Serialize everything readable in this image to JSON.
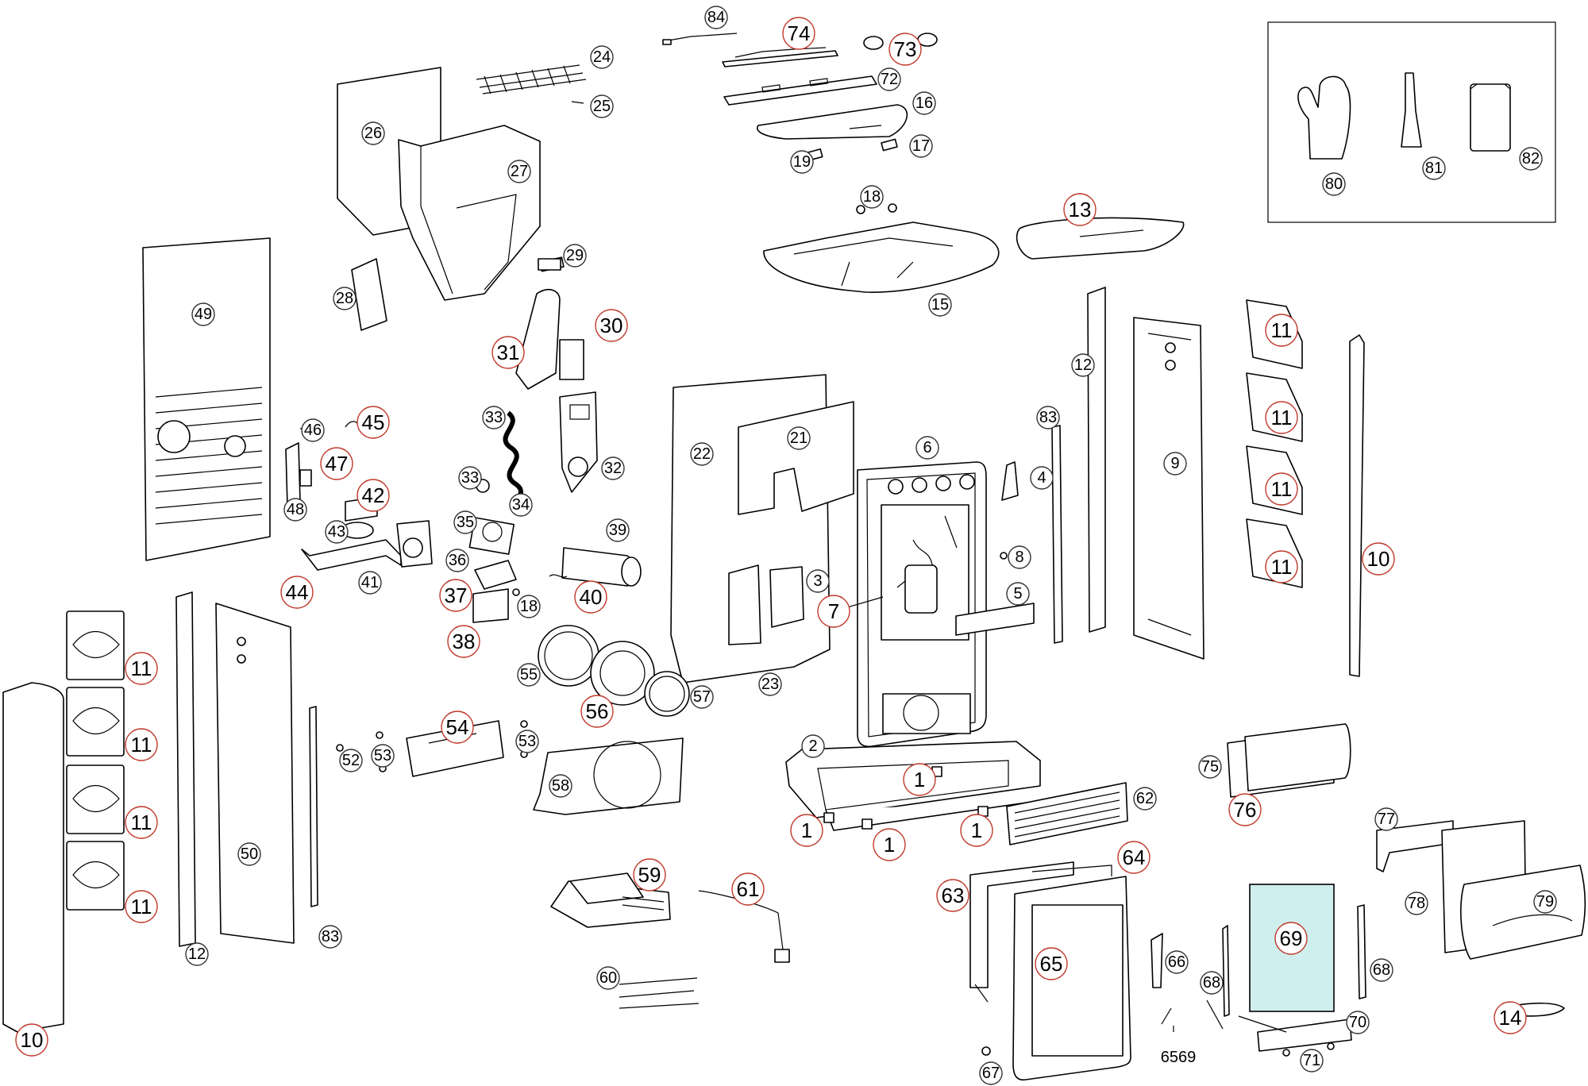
{
  "colors": {
    "outline": "#000000",
    "callout_highlight": "#c0392b",
    "callout_plain": "#333333",
    "glass_fill": "#cfeeee",
    "background": "#ffffff"
  },
  "callouts": [
    {
      "id": "c84",
      "label": "84",
      "highlight": false
    },
    {
      "id": "c74",
      "label": "74",
      "highlight": true
    },
    {
      "id": "c73",
      "label": "73",
      "highlight": true
    },
    {
      "id": "c72",
      "label": "72",
      "highlight": false
    },
    {
      "id": "c16",
      "label": "16",
      "highlight": false
    },
    {
      "id": "c17",
      "label": "17",
      "highlight": false
    },
    {
      "id": "c19",
      "label": "19",
      "highlight": false
    },
    {
      "id": "c24",
      "label": "24",
      "highlight": false
    },
    {
      "id": "c25",
      "label": "25",
      "highlight": false
    },
    {
      "id": "c26",
      "label": "26",
      "highlight": false
    },
    {
      "id": "c27",
      "label": "27",
      "highlight": false
    },
    {
      "id": "c18a",
      "label": "18",
      "highlight": false
    },
    {
      "id": "c13",
      "label": "13",
      "highlight": true
    },
    {
      "id": "c15",
      "label": "15",
      "highlight": false
    },
    {
      "id": "c80",
      "label": "80",
      "highlight": false
    },
    {
      "id": "c81",
      "label": "81",
      "highlight": false
    },
    {
      "id": "c82",
      "label": "82",
      "highlight": false
    },
    {
      "id": "c49",
      "label": "49",
      "highlight": false
    },
    {
      "id": "c28",
      "label": "28",
      "highlight": false
    },
    {
      "id": "c29",
      "label": "29",
      "highlight": false
    },
    {
      "id": "c30",
      "label": "30",
      "highlight": true
    },
    {
      "id": "c31",
      "label": "31",
      "highlight": true
    },
    {
      "id": "c33a",
      "label": "33",
      "highlight": false
    },
    {
      "id": "c32",
      "label": "32",
      "highlight": false
    },
    {
      "id": "c33b",
      "label": "33",
      "highlight": false
    },
    {
      "id": "c34",
      "label": "34",
      "highlight": false
    },
    {
      "id": "c22",
      "label": "22",
      "highlight": false
    },
    {
      "id": "c21",
      "label": "21",
      "highlight": false
    },
    {
      "id": "c6",
      "label": "6",
      "highlight": false
    },
    {
      "id": "c4",
      "label": "4",
      "highlight": false
    },
    {
      "id": "c83a",
      "label": "83",
      "highlight": false
    },
    {
      "id": "c12a",
      "label": "12",
      "highlight": false
    },
    {
      "id": "c9",
      "label": "9",
      "highlight": false
    },
    {
      "id": "c11a",
      "label": "11",
      "highlight": true
    },
    {
      "id": "c11b",
      "label": "11",
      "highlight": true
    },
    {
      "id": "c11c",
      "label": "11",
      "highlight": true
    },
    {
      "id": "c11d",
      "label": "11",
      "highlight": true
    },
    {
      "id": "c10a",
      "label": "10",
      "highlight": true
    },
    {
      "id": "c46",
      "label": "46",
      "highlight": false
    },
    {
      "id": "c45",
      "label": "45",
      "highlight": true
    },
    {
      "id": "c47",
      "label": "47",
      "highlight": true
    },
    {
      "id": "c48",
      "label": "48",
      "highlight": false
    },
    {
      "id": "c42",
      "label": "42",
      "highlight": true
    },
    {
      "id": "c43",
      "label": "43",
      "highlight": false
    },
    {
      "id": "c44",
      "label": "44",
      "highlight": true
    },
    {
      "id": "c41",
      "label": "41",
      "highlight": false
    },
    {
      "id": "c35",
      "label": "35",
      "highlight": false
    },
    {
      "id": "c36",
      "label": "36",
      "highlight": false
    },
    {
      "id": "c37",
      "label": "37",
      "highlight": true
    },
    {
      "id": "c18b",
      "label": "18",
      "highlight": false
    },
    {
      "id": "c38",
      "label": "38",
      "highlight": true
    },
    {
      "id": "c39",
      "label": "39",
      "highlight": false
    },
    {
      "id": "c40",
      "label": "40",
      "highlight": true
    },
    {
      "id": "c3",
      "label": "3",
      "highlight": false
    },
    {
      "id": "c7",
      "label": "7",
      "highlight": true
    },
    {
      "id": "c8",
      "label": "8",
      "highlight": false
    },
    {
      "id": "c5",
      "label": "5",
      "highlight": false
    },
    {
      "id": "c23",
      "label": "23",
      "highlight": false
    },
    {
      "id": "c55",
      "label": "55",
      "highlight": false
    },
    {
      "id": "c56",
      "label": "56",
      "highlight": true
    },
    {
      "id": "c57",
      "label": "57",
      "highlight": false
    },
    {
      "id": "c11e",
      "label": "11",
      "highlight": true
    },
    {
      "id": "c11f",
      "label": "11",
      "highlight": true
    },
    {
      "id": "c11g",
      "label": "11",
      "highlight": true
    },
    {
      "id": "c11h",
      "label": "11",
      "highlight": true
    },
    {
      "id": "c12b",
      "label": "12",
      "highlight": false
    },
    {
      "id": "c50",
      "label": "50",
      "highlight": false
    },
    {
      "id": "c83b",
      "label": "83",
      "highlight": false
    },
    {
      "id": "c10b",
      "label": "10",
      "highlight": true
    },
    {
      "id": "c54",
      "label": "54",
      "highlight": true
    },
    {
      "id": "c52",
      "label": "52",
      "highlight": false
    },
    {
      "id": "c53a",
      "label": "53",
      "highlight": false
    },
    {
      "id": "c53b",
      "label": "53",
      "highlight": false
    },
    {
      "id": "c58",
      "label": "58",
      "highlight": false
    },
    {
      "id": "c2",
      "label": "2",
      "highlight": false
    },
    {
      "id": "c1a",
      "label": "1",
      "highlight": true
    },
    {
      "id": "c1b",
      "label": "1",
      "highlight": true
    },
    {
      "id": "c1c",
      "label": "1",
      "highlight": true
    },
    {
      "id": "c1d",
      "label": "1",
      "highlight": true
    },
    {
      "id": "c62",
      "label": "62",
      "highlight": false
    },
    {
      "id": "c75",
      "label": "75",
      "highlight": false
    },
    {
      "id": "c76",
      "label": "76",
      "highlight": true
    },
    {
      "id": "c77",
      "label": "77",
      "highlight": false
    },
    {
      "id": "c78",
      "label": "78",
      "highlight": false
    },
    {
      "id": "c79",
      "label": "79",
      "highlight": false
    },
    {
      "id": "c59",
      "label": "59",
      "highlight": true
    },
    {
      "id": "c61",
      "label": "61",
      "highlight": true
    },
    {
      "id": "c60",
      "label": "60",
      "highlight": false
    },
    {
      "id": "c63",
      "label": "63",
      "highlight": true
    },
    {
      "id": "c64",
      "label": "64",
      "highlight": true
    },
    {
      "id": "c65",
      "label": "65",
      "highlight": true
    },
    {
      "id": "c66",
      "label": "66",
      "highlight": false
    },
    {
      "id": "c68a",
      "label": "68",
      "highlight": false
    },
    {
      "id": "c69",
      "label": "69",
      "highlight": true
    },
    {
      "id": "c68b",
      "label": "68",
      "highlight": false
    },
    {
      "id": "c70",
      "label": "70",
      "highlight": false
    },
    {
      "id": "c71",
      "label": "71",
      "highlight": false
    },
    {
      "id": "c14",
      "label": "14",
      "highlight": true
    },
    {
      "id": "c67",
      "label": "67",
      "highlight": false
    },
    {
      "id": "c6569",
      "label": "6569",
      "highlight": false
    }
  ]
}
